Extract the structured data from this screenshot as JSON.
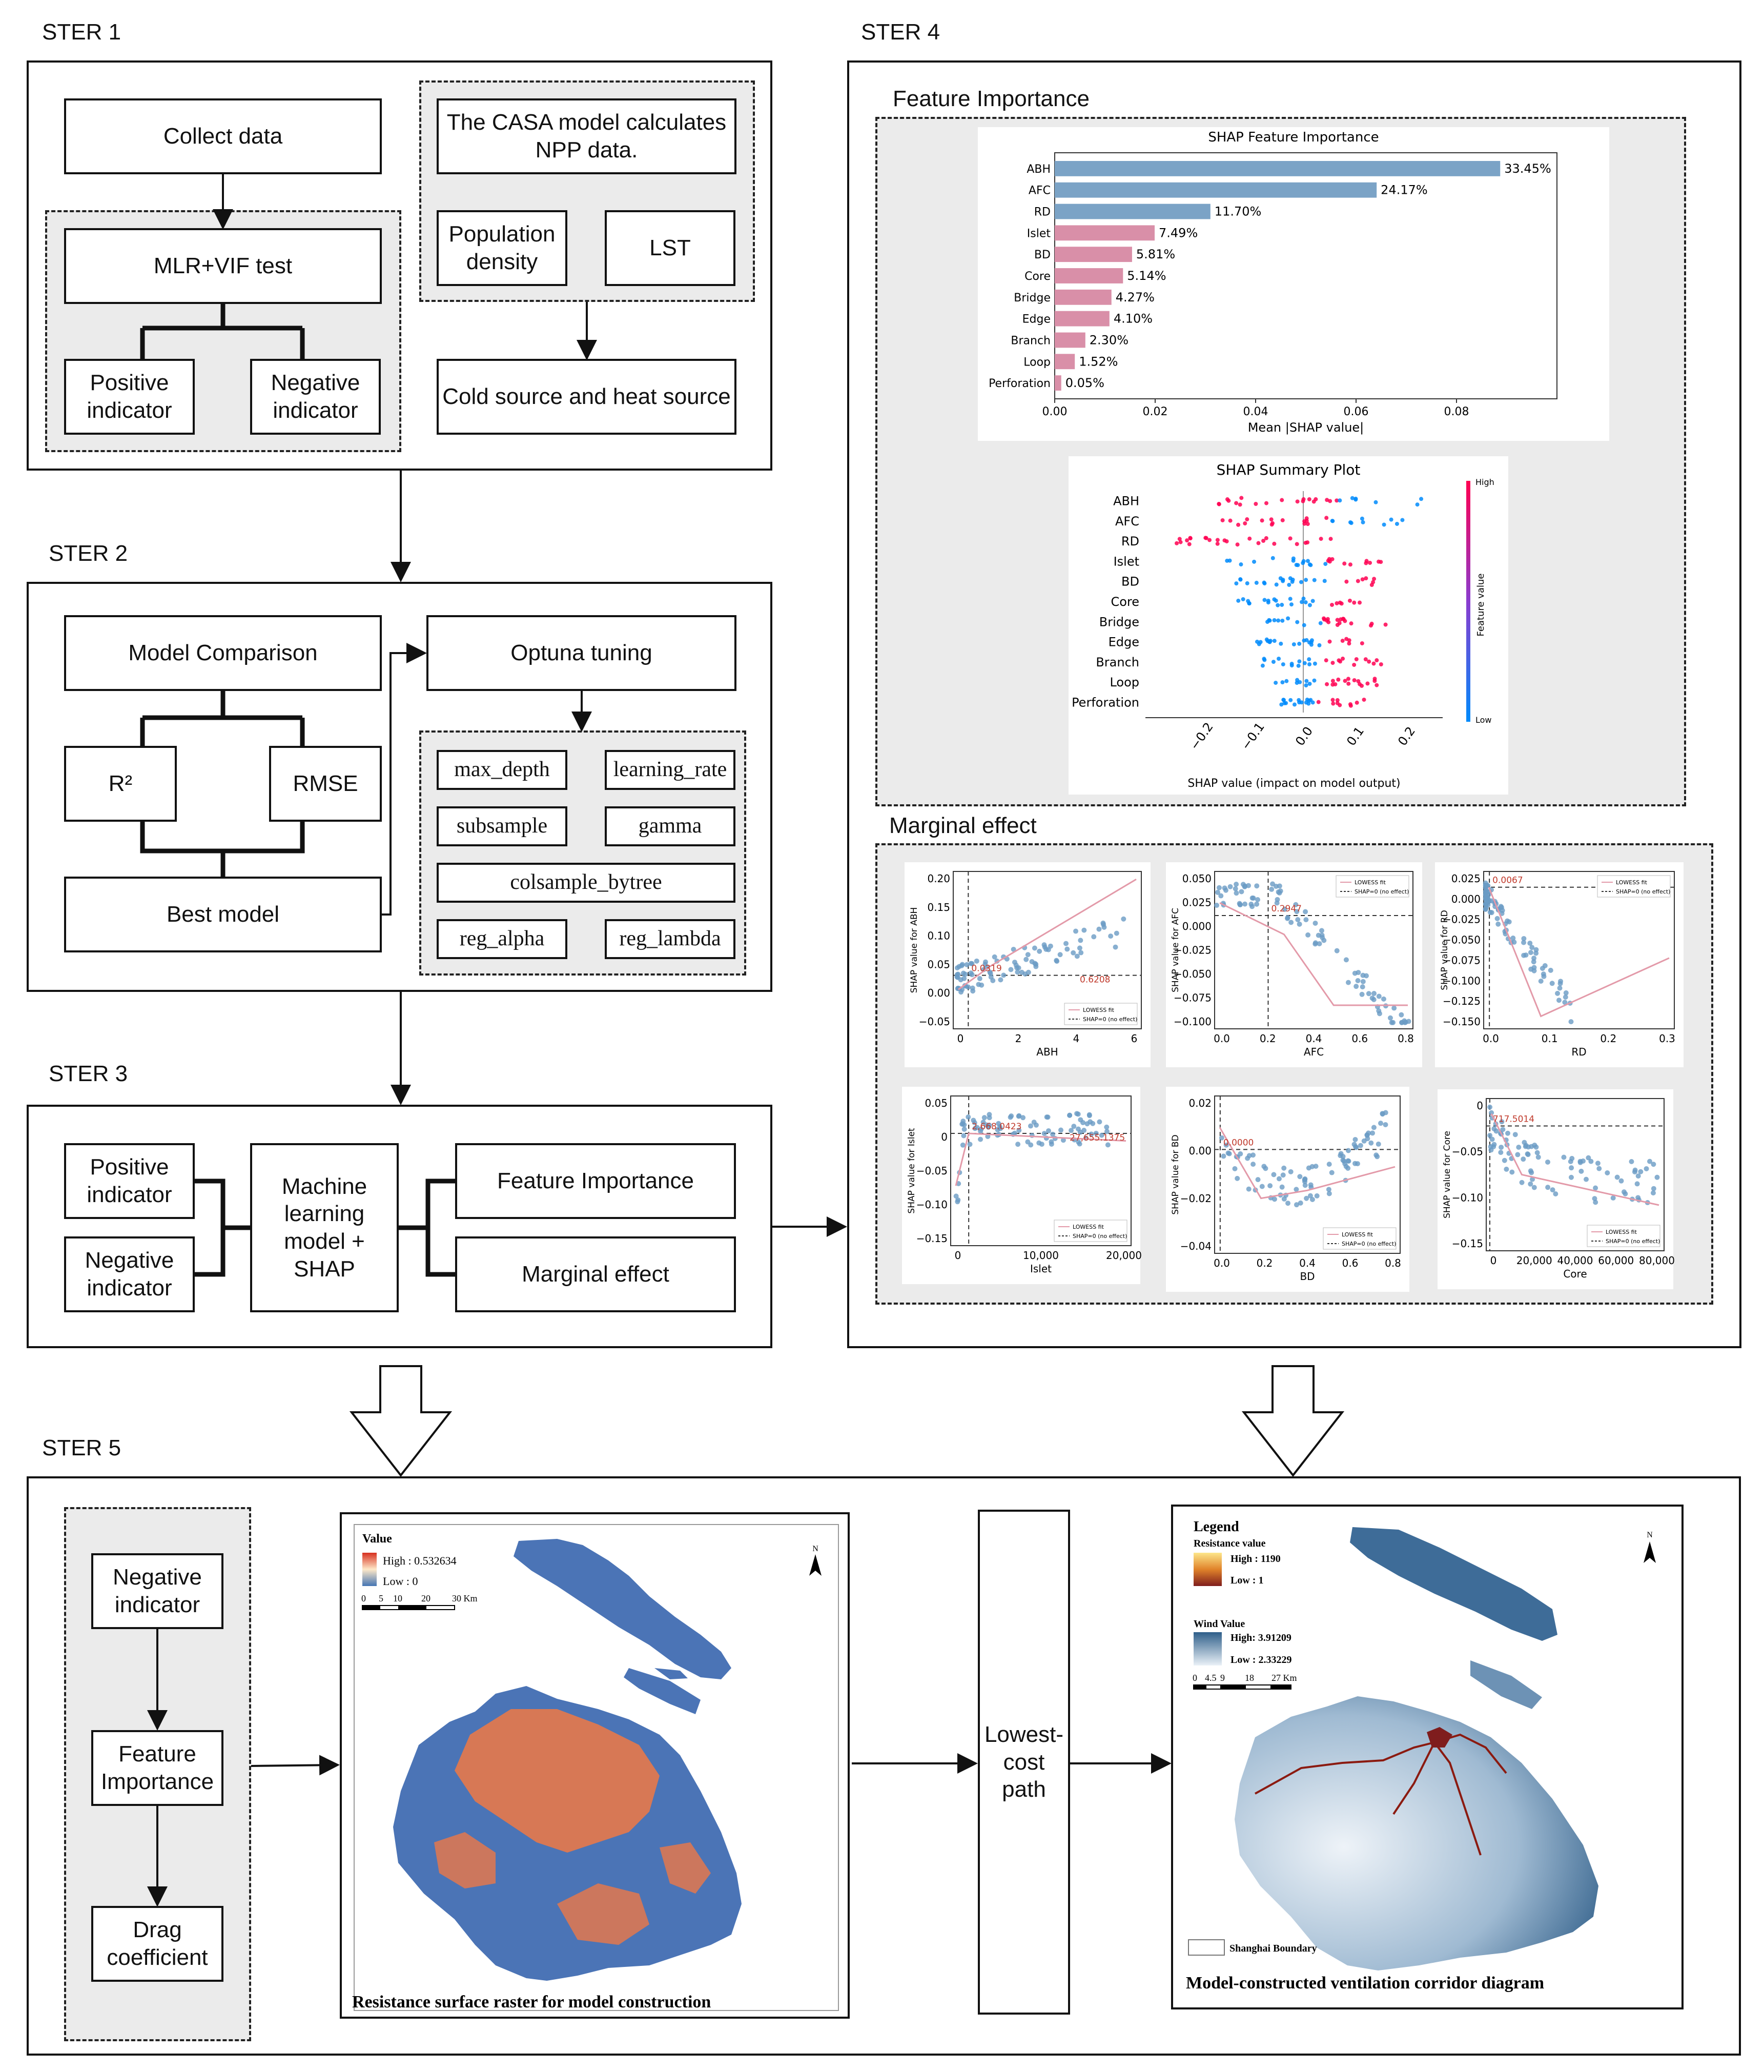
{
  "steps": {
    "s1": "STER 1",
    "s2": "STER 2",
    "s3": "STER 3",
    "s4": "STER 4",
    "s5": "STER 5"
  },
  "step1": {
    "collect": "Collect data",
    "mlr": "MLR+VIF test",
    "positive": "Positive indicator",
    "negative": "Negative indicator",
    "casa": "The CASA model calculates NPP data.",
    "population": "Population density",
    "lst": "LST",
    "cold_heat": "Cold source and heat source"
  },
  "step2": {
    "model_comparison": "Model Comparison",
    "r2": "R²",
    "rmse": "RMSE",
    "best_model": "Best model",
    "optuna": "Optuna tuning",
    "params": [
      "max_depth",
      "learning_rate",
      "subsample",
      "gamma",
      "colsample_bytree",
      "reg_alpha",
      "reg_lambda"
    ]
  },
  "step3": {
    "positive": "Positive indicator",
    "negative": "Negative indicator",
    "ml_model": "Machine learning model + SHAP",
    "feature_importance": "Feature Importance",
    "marginal_effect": "Marginal effect"
  },
  "step4": {
    "feature_importance_label": "Feature Importance",
    "marginal_effect_label": "Marginal effect"
  },
  "chart_data": [
    {
      "type": "bar",
      "title": "SHAP Feature Importance",
      "xlabel": "Mean |SHAP value|",
      "ylabel": "",
      "categories": [
        "ABH",
        "AFC",
        "RD",
        "Islet",
        "BD",
        "Core",
        "Bridge",
        "Edge",
        "Branch",
        "Loop",
        "Perforation"
      ],
      "values": [
        0.0887,
        0.0641,
        0.031,
        0.0199,
        0.0154,
        0.0136,
        0.0113,
        0.0109,
        0.0061,
        0.004,
        0.0013
      ],
      "labels": [
        "33.45%",
        "24.17%",
        "11.70%",
        "7.49%",
        "5.81%",
        "5.14%",
        "4.27%",
        "4.10%",
        "2.30%",
        "1.52%",
        "0.05%"
      ],
      "xlim": [
        0,
        0.1
      ],
      "xticks": [
        "0.00",
        "0.02",
        "0.04",
        "0.06",
        "0.08"
      ],
      "colors": {
        "blue": "#7ba3c6",
        "pink": "#d98fa8"
      },
      "blue_count": 3
    },
    {
      "type": "scatter",
      "title": "SHAP Summary Plot",
      "xlabel": "SHAP value (impact on model output)",
      "categories": [
        "ABH",
        "AFC",
        "RD",
        "Islet",
        "BD",
        "Core",
        "Bridge",
        "Edge",
        "Branch",
        "Loop",
        "Perforation"
      ],
      "xticks": [
        "−0.2",
        "−0.1",
        "0.0",
        "0.1",
        "0.2"
      ],
      "colorbar": {
        "label": "Feature value",
        "high": "High",
        "low": "Low",
        "high_color": "#ff0051",
        "low_color": "#008bfb"
      }
    },
    {
      "type": "scatter",
      "panels": [
        {
          "xlabel": "ABH",
          "ylabel": "SHAP value for ABH",
          "yticks": [
            "0.20",
            "0.15",
            "0.10",
            "0.05",
            "0.00",
            "−0.05"
          ],
          "xticks": [
            "0",
            "2",
            "4",
            "6"
          ],
          "annotations": [
            "0.0319",
            "0.6208"
          ],
          "legend": [
            "LOWESS fit",
            "SHAP=0 (no effect)"
          ]
        },
        {
          "xlabel": "AFC",
          "ylabel": "SHAP value for AFC",
          "yticks": [
            "0.050",
            "0.025",
            "0.000",
            "−0.025",
            "−0.050",
            "−0.075",
            "−0.100"
          ],
          "xticks": [
            "0.0",
            "0.2",
            "0.4",
            "0.6",
            "0.8"
          ],
          "annotations": [
            "0.2947"
          ],
          "legend": [
            "LOWESS fit",
            "SHAP=0 (no effect)"
          ]
        },
        {
          "xlabel": "RD",
          "ylabel": "SHAP value for RD",
          "yticks": [
            "0.025",
            "0.000",
            "−0.025",
            "−0.050",
            "−0.075",
            "−0.100",
            "−0.125",
            "−0.150"
          ],
          "xticks": [
            "0.0",
            "0.1",
            "0.2",
            "0.3"
          ],
          "annotations": [
            "0.0067"
          ],
          "legend": [
            "LOWESS fit",
            "SHAP=0 (no effect)"
          ]
        },
        {
          "xlabel": "Islet",
          "ylabel": "SHAP value for Islet",
          "yticks": [
            "0.05",
            "0",
            "−0.05",
            "−0.10",
            "−0.15"
          ],
          "xticks": [
            "0",
            "10,000",
            "20,000"
          ],
          "annotations": [
            "2,668.0423",
            "27,655.1375"
          ],
          "legend": [
            "LOWESS fit",
            "SHAP=0 (no effect)"
          ]
        },
        {
          "xlabel": "BD",
          "ylabel": "SHAP value for BD",
          "yticks": [
            "0.02",
            "0.00",
            "−0.02",
            "−0.04"
          ],
          "xticks": [
            "0.0",
            "0.2",
            "0.4",
            "0.6",
            "0.8"
          ],
          "annotations": [
            "0.0000"
          ],
          "legend": [
            "LOWESS fit",
            "SHAP=0 (no effect)"
          ]
        },
        {
          "xlabel": "Core",
          "ylabel": "SHAP value for Core",
          "yticks": [
            "0",
            "−0.05",
            "−0.10",
            "−0.15"
          ],
          "xticks": [
            "0",
            "20,000",
            "40,000",
            "60,000",
            "80,000"
          ],
          "annotations": [
            "717.5014"
          ],
          "legend": [
            "LOWESS fit",
            "SHAP=0 (no effect)"
          ]
        }
      ]
    }
  ],
  "step5": {
    "negative": "Negative indicator",
    "feature_importance": "Feature Importance",
    "drag": "Drag coefficient",
    "lowest_cost": "Lowest-cost path",
    "map1": {
      "legend_title": "Value",
      "high": "High : 0.532634",
      "low": "Low : 0",
      "scale": [
        "0",
        "5",
        "10",
        "20",
        "30 Km"
      ],
      "north": "N",
      "caption": "Resistance surface raster for model construction"
    },
    "map2": {
      "legend_title": "Legend",
      "resistance_title": "Resistance value",
      "res_high": "High : 1190",
      "res_low": "Low : 1",
      "wind_title": "Wind Value",
      "wind_high": "High: 3.91209",
      "wind_low": "Low : 2.33229",
      "scale": [
        "0",
        "4.5",
        "9",
        "18",
        "27 Km"
      ],
      "boundary": "Shanghai Boundary",
      "north": "N",
      "caption": "Model-constructed ventilation corridor diagram"
    }
  }
}
